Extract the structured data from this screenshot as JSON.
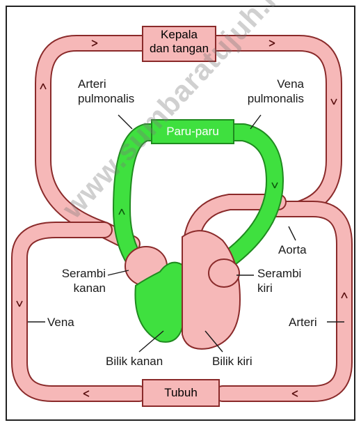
{
  "labels": {
    "head_hands": [
      "Kepala",
      "dan tangan"
    ],
    "pulmonary_artery": [
      "Arteri",
      "pulmonalis"
    ],
    "pulmonary_vein": [
      "Vena",
      "pulmonalis"
    ],
    "lungs": "Paru-paru",
    "aorta": "Aorta",
    "right_atrium": [
      "Serambi",
      "kanan"
    ],
    "left_atrium": [
      "Serambi",
      "kiri"
    ],
    "vein": "Vena",
    "artery": "Arteri",
    "right_ventricle": "Bilik kanan",
    "left_ventricle": "Bilik kiri",
    "body": "Tubuh"
  },
  "watermark": "www.sumbaratujuh.net",
  "colors": {
    "oxygenated": "#f6b8b8",
    "oxygenated_stroke": "#8a2a2a",
    "deoxygenated": "#3fe03f",
    "deoxygenated_stroke": "#1f8a1f"
  }
}
